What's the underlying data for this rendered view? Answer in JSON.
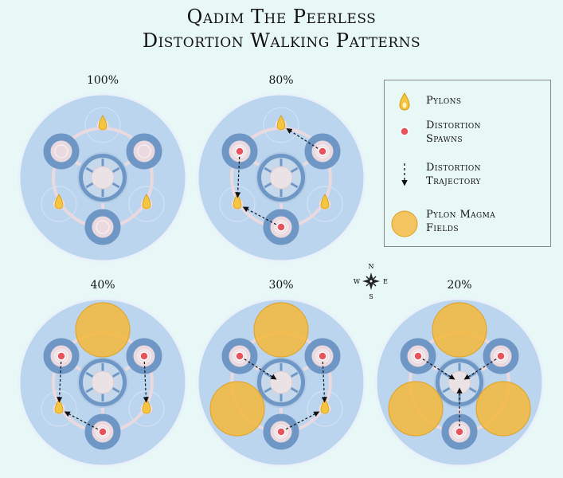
{
  "title": {
    "line1": "Qadim The Peerless",
    "line2": "Distortion Walking Patterns"
  },
  "phases": [
    {
      "label": "100%",
      "magma_fields": [],
      "spawns": [],
      "pylons": [
        "N",
        "SW",
        "SE"
      ],
      "trajectories": []
    },
    {
      "label": "80%",
      "magma_fields": [],
      "spawns": [
        "NE",
        "NW",
        "S"
      ],
      "pylons": [
        "N",
        "SW",
        "SE"
      ],
      "trajectories": [
        [
          "NE",
          "N"
        ],
        [
          "NW",
          "SW"
        ],
        [
          "S",
          "SW"
        ]
      ]
    },
    {
      "label": "40%",
      "magma_fields": [
        "N"
      ],
      "spawns": [
        "NE",
        "NW",
        "S"
      ],
      "pylons": [
        "SW",
        "SE"
      ],
      "trajectories": [
        [
          "NW",
          "SW"
        ],
        [
          "NE",
          "SE"
        ],
        [
          "S",
          "SW"
        ]
      ]
    },
    {
      "label": "30%",
      "magma_fields": [
        "N",
        "SW"
      ],
      "spawns": [
        "NE",
        "NW",
        "S"
      ],
      "pylons": [
        "SE"
      ],
      "trajectories": [
        [
          "NW",
          "C"
        ],
        [
          "NE",
          "SE"
        ],
        [
          "S",
          "SE"
        ]
      ]
    },
    {
      "label": "20%",
      "magma_fields": [
        "N",
        "SW",
        "SE"
      ],
      "spawns": [
        "NE",
        "NW",
        "S"
      ],
      "pylons": [],
      "trajectories": [
        [
          "NW",
          "C"
        ],
        [
          "NE",
          "C"
        ],
        [
          "S",
          "C"
        ]
      ]
    }
  ],
  "legend": {
    "pylons": "Pylons",
    "spawns_l1": "Distortion",
    "spawns_l2": "Spawns",
    "traj_l1": "Distortion",
    "traj_l2": "Trajectory",
    "magma_l1": "Pylon Magma",
    "magma_l2": "Fields"
  },
  "compass": {
    "n": "N",
    "s": "S",
    "e": "E",
    "w": "W"
  },
  "colors": {
    "background": "#e8f8f6",
    "arena": "#bcd5ee",
    "ring": "#ead9df",
    "platform": "#6f97c6",
    "pylon": "#f5c542",
    "spawn": "#e8525a",
    "magma": "#f5b73a"
  }
}
